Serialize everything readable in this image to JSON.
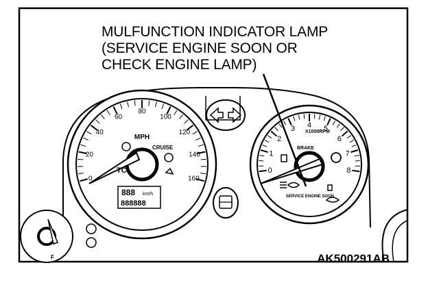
{
  "callout": {
    "line1": "MULFUNCTION INDICATOR LAMP",
    "line2": "(SERVICE ENGINE SOON OR",
    "line3": "CHECK ENGINE LAMP)"
  },
  "figure_code": "AK500291AB",
  "speedometer": {
    "unit": "MPH",
    "ticks": [
      "0",
      "20",
      "40",
      "60",
      "80",
      "100",
      "120",
      "140",
      "160"
    ],
    "tcl_label": "TCL",
    "cruise_label": "CRUISE",
    "odometer_digits": "888",
    "odometer_unit": "km/h",
    "odometer_total": "888888"
  },
  "tachometer": {
    "unit": "X1000RPM",
    "ticks": [
      "0",
      "1",
      "2",
      "3",
      "4",
      "5",
      "6",
      "7",
      "8"
    ],
    "brake_label": "BRAKE",
    "engine_lamp_label": "SERVICE ENGINE SOON"
  },
  "fuel_gauge": {
    "full_label": "F"
  }
}
